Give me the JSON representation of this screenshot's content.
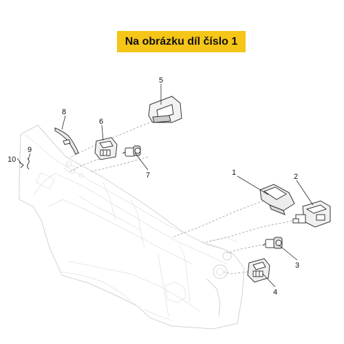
{
  "banner": {
    "title": "Na obrázku díl číslo 1"
  },
  "callouts": [
    {
      "label": "1"
    },
    {
      "label": "2"
    },
    {
      "label": "3"
    },
    {
      "label": "4"
    },
    {
      "label": "5"
    },
    {
      "label": "6"
    },
    {
      "label": "7"
    },
    {
      "label": "8"
    },
    {
      "label": "9"
    },
    {
      "label": "10"
    }
  ],
  "colors": {
    "banner_bg": "#f5c518",
    "line": "#222222",
    "ghost_outline": "#d2d2d2"
  }
}
